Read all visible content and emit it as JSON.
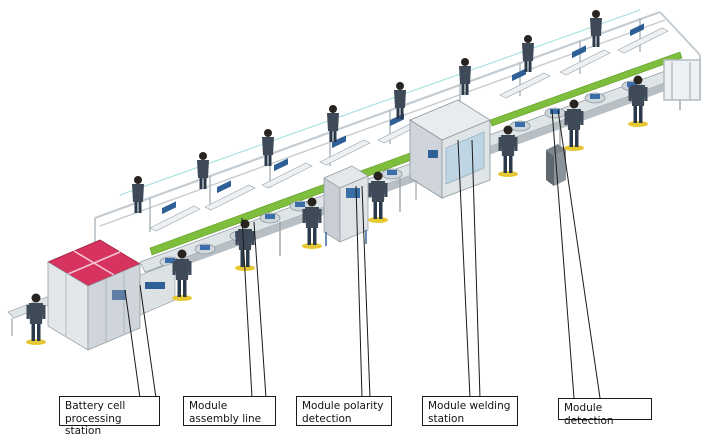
{
  "labels": {
    "battery_cell": "Battery cell processing station",
    "module_assembly": "Module assembly line",
    "polarity": "Module polarity detection",
    "welding": "Module welding station",
    "detection": "Module detection"
  },
  "colors": {
    "frame": "#c4ccd2",
    "frame_dark": "#8e979e",
    "conveyor_green": "#7fbe3c",
    "conveyor_blue": "#2e5f97",
    "enclosure_top": "#d7335f",
    "operator_shirt": "#3e4a58",
    "floor_mat": "#e6c832",
    "machine_grey": "#d6dadd"
  }
}
